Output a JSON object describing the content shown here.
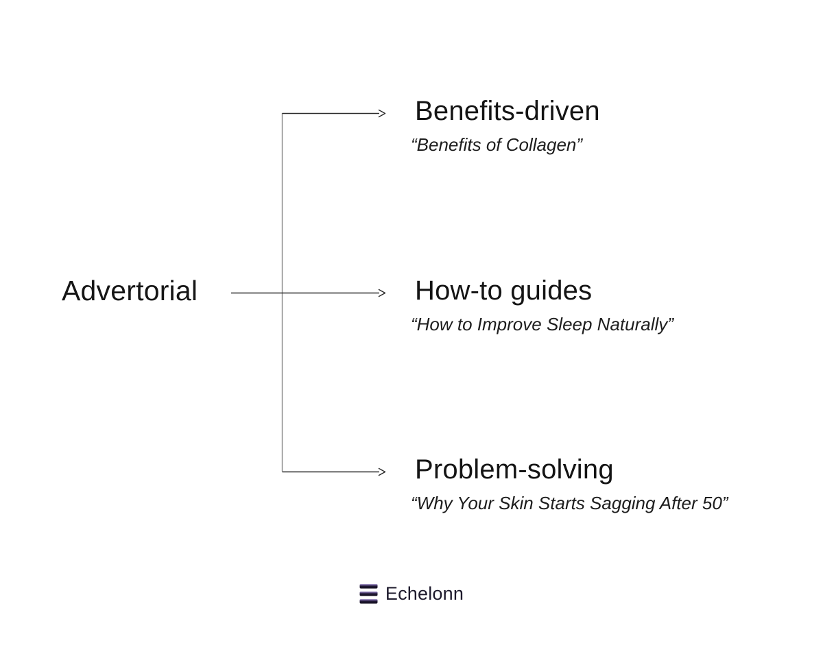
{
  "root": {
    "label": "Advertorial"
  },
  "branches": [
    {
      "id": "benefits-driven",
      "title": "Benefits-driven",
      "example": "“Benefits of Collagen”"
    },
    {
      "id": "how-to-guides",
      "title": "How-to guides",
      "example": "“How to Improve Sleep Naturally”"
    },
    {
      "id": "problem-solving",
      "title": "Problem-solving",
      "example": "“Why Your Skin Starts Sagging After 50”"
    }
  ],
  "footer": {
    "brand": "Echelonn",
    "logo_icon": "three-bars-icon"
  },
  "colors": {
    "background": "#ffffff",
    "text": "#161616",
    "connector_horizontal": "#2b2b2b",
    "connector_vertical": "#8a8a8a",
    "logo_dark": "#171026",
    "logo_light": "#c0b4dd"
  }
}
